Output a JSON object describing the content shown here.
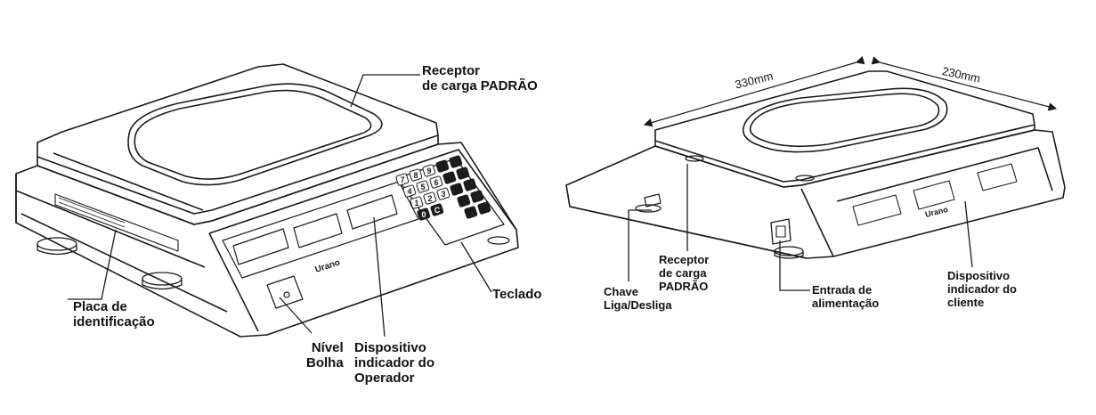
{
  "left_labels": {
    "receptor": [
      "Receptor",
      "de carga PADRÃO"
    ],
    "placa": [
      "Placa de",
      "identificação"
    ],
    "nivel": [
      "Nível",
      "Bolha"
    ],
    "dispositivo_operador": [
      "Dispositivo",
      "indicador do",
      "Operador"
    ],
    "teclado": [
      "Teclado"
    ]
  },
  "right_labels": {
    "dim_depth": "330mm",
    "dim_width": "230mm",
    "receptor": [
      "Receptor",
      "de carga",
      "PADRÃO"
    ],
    "chave": [
      "Chave",
      "Liga/Desliga"
    ],
    "entrada": [
      "Entrada de",
      "alimentação"
    ],
    "dispositivo_cliente": [
      "Dispositivo",
      "indicador do",
      "cliente"
    ]
  },
  "keypad_keys": [
    "7",
    "8",
    "9",
    "4",
    "5",
    "6",
    "1",
    "2",
    "3",
    "0",
    "C"
  ],
  "brand": "Urano",
  "colors": {
    "line": "#1a1a1a",
    "key_dark": "#1c1c1c",
    "paper": "#ffffff"
  }
}
